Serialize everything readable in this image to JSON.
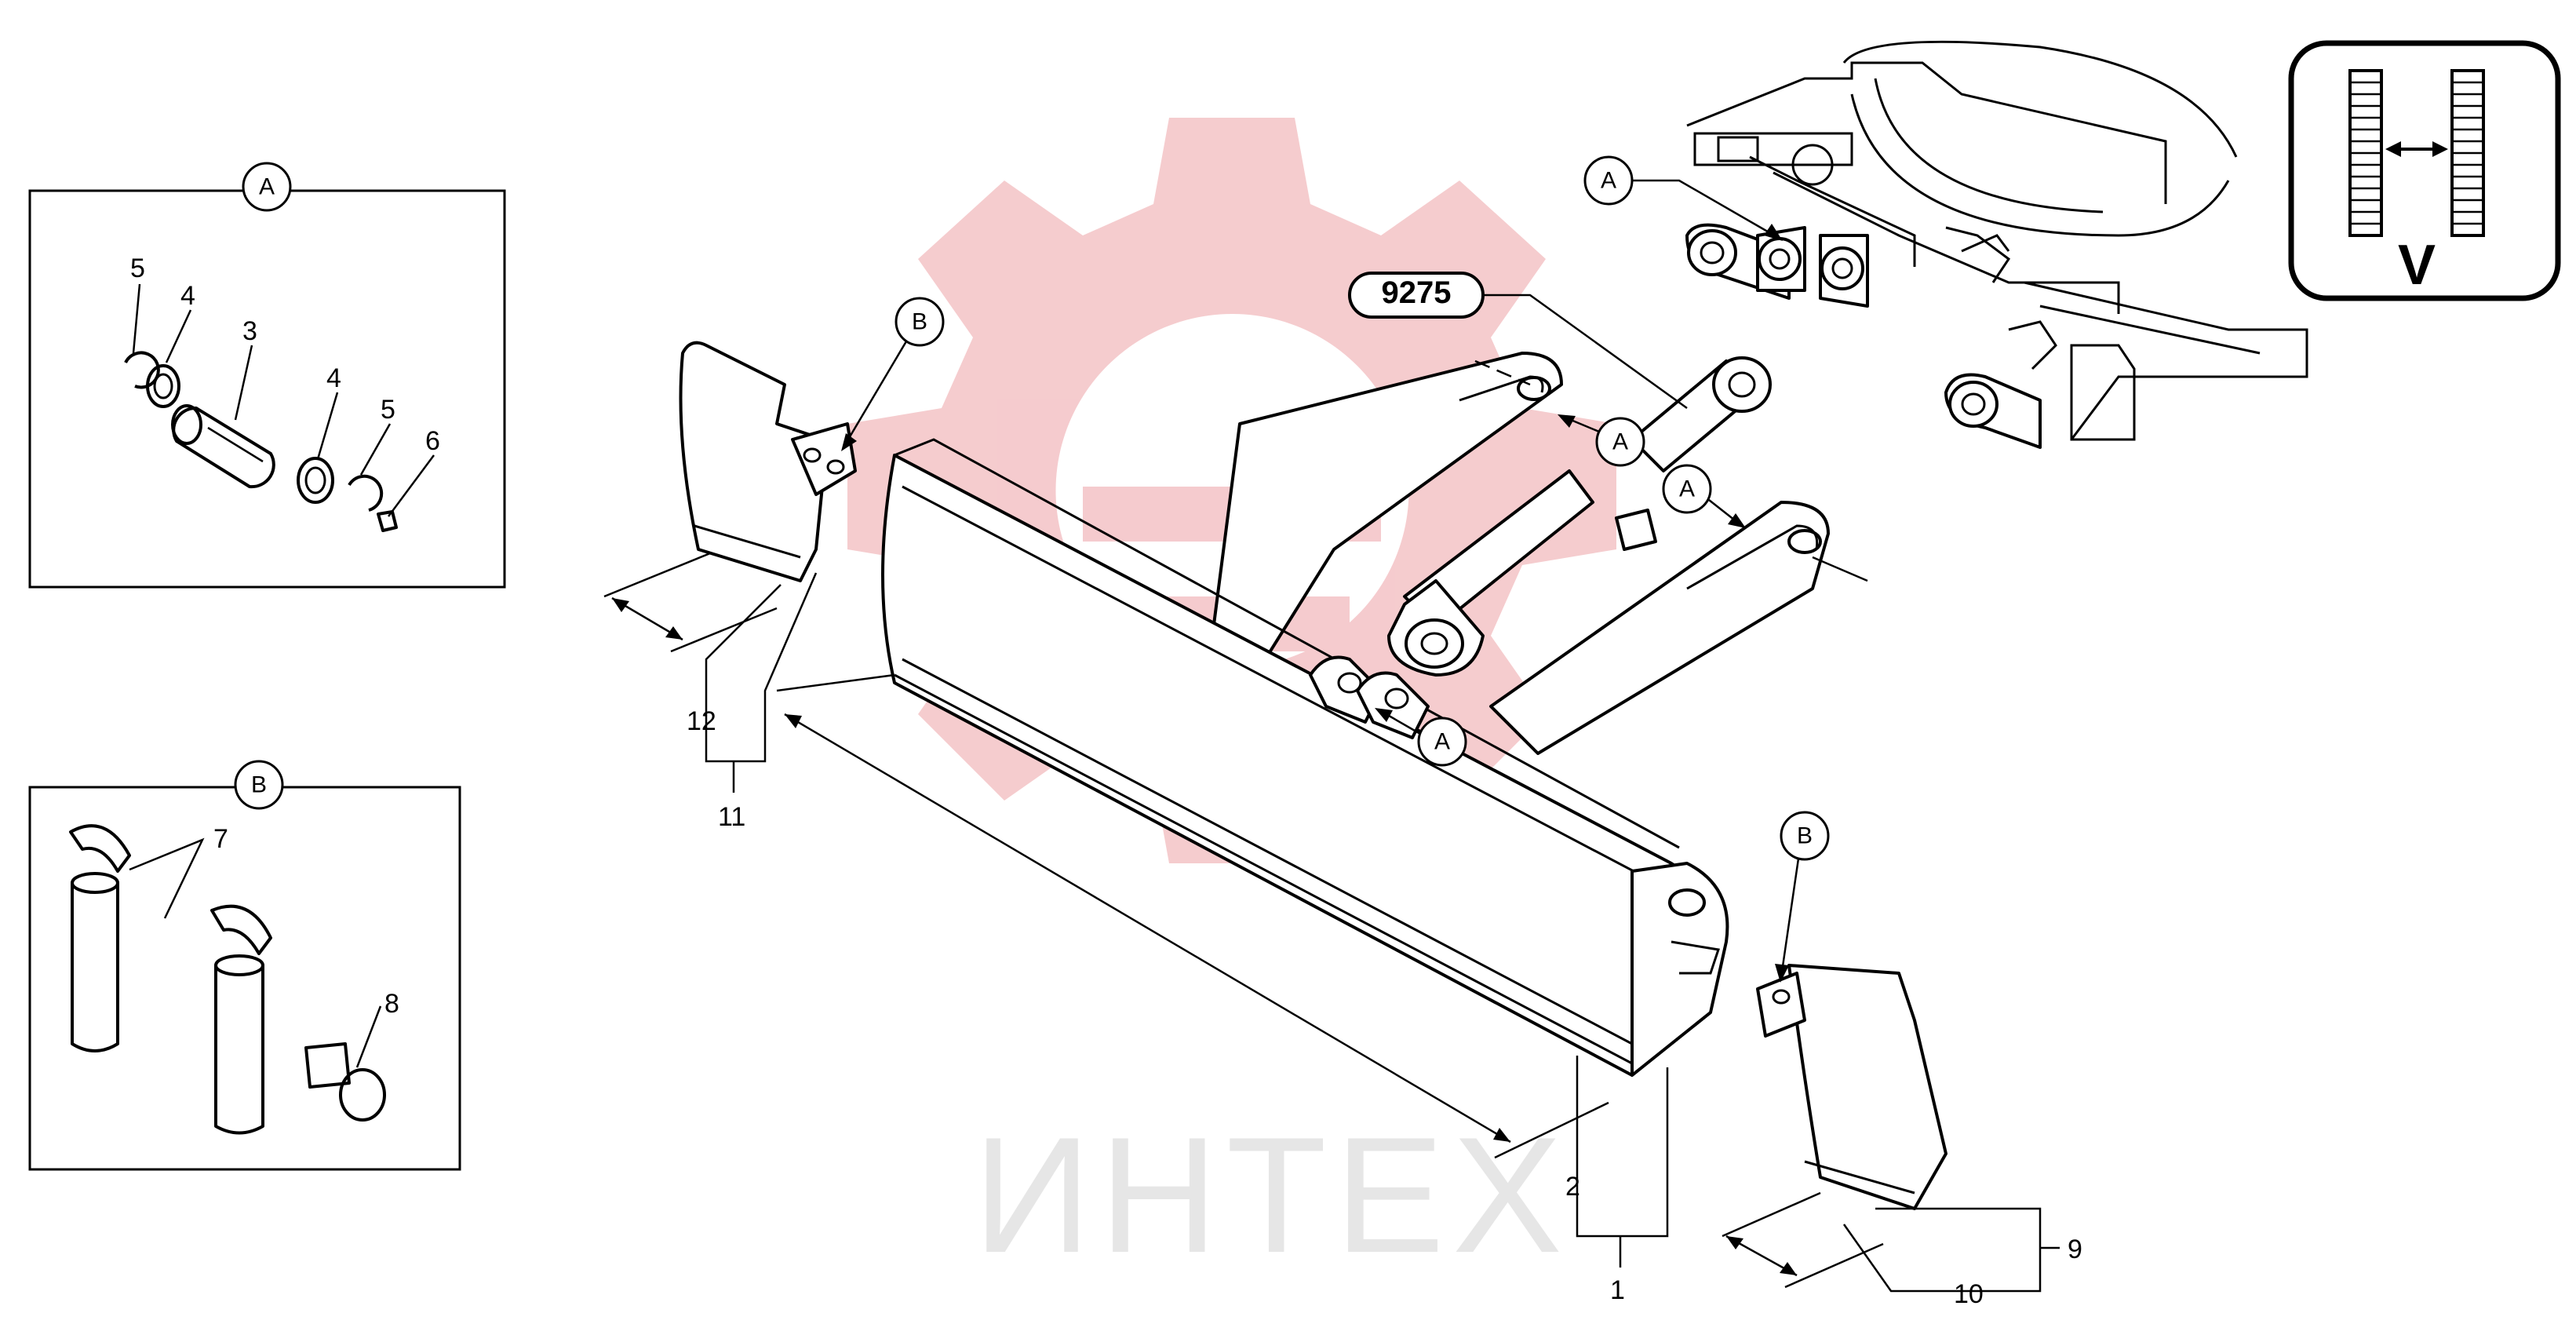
{
  "diagram": {
    "detail_a": {
      "tag": "A",
      "callouts": [
        "5",
        "4",
        "3",
        "4",
        "5",
        "6"
      ]
    },
    "detail_b": {
      "tag": "B",
      "callouts": [
        "7",
        "8"
      ]
    },
    "main": {
      "reference_code": "9275",
      "markers": [
        "A",
        "A",
        "A",
        "A",
        "B",
        "B"
      ],
      "callouts": [
        "12",
        "11",
        "2",
        "1",
        "9",
        "10"
      ]
    },
    "orientation_badge": {
      "letter": "V"
    },
    "watermark": {
      "text": "ИНТЕХ",
      "color": "#f4c6c9"
    }
  }
}
